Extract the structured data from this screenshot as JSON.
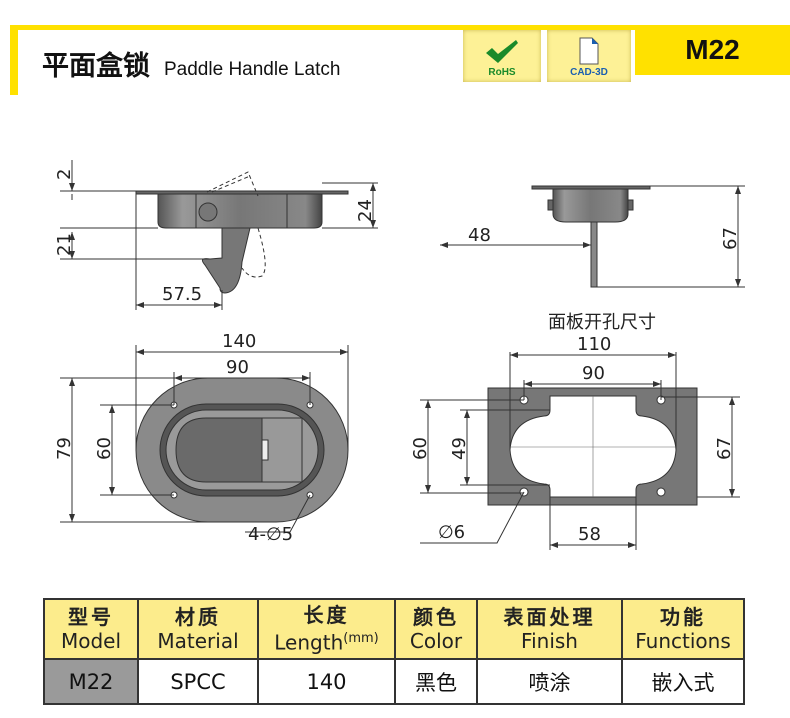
{
  "header": {
    "title_cn": "平面盒锁",
    "title_en": "Paddle Handle Latch",
    "model": "M22",
    "badges": [
      {
        "label": "RoHS",
        "icon": "check-icon",
        "color": "#1a8a2a"
      },
      {
        "label": "CAD-3D",
        "icon": "document-icon",
        "color": "#1b5fb0"
      }
    ]
  },
  "drawing": {
    "side_view": {
      "dims": [
        "2",
        "21",
        "24",
        "57.5"
      ]
    },
    "end_view": {
      "dims": [
        "48",
        "67"
      ]
    },
    "front_view": {
      "dims": [
        "140",
        "90",
        "79",
        "60",
        "4-∅5"
      ]
    },
    "cutout": {
      "title": "面板开孔尺寸",
      "dims": [
        "110",
        "90",
        "60",
        "49",
        "67",
        "∅6",
        "58"
      ]
    }
  },
  "table": {
    "headers": [
      {
        "cn": "型号",
        "en": "Model"
      },
      {
        "cn": "材质",
        "en": "Material"
      },
      {
        "cn": "长度",
        "en": "Length",
        "unit": "(mm)"
      },
      {
        "cn": "颜色",
        "en": "Color"
      },
      {
        "cn": "表面处理",
        "en": "Finish"
      },
      {
        "cn": "功能",
        "en": "Functions"
      }
    ],
    "row": [
      "M22",
      "SPCC",
      "140",
      "黑色",
      "喷涂",
      "嵌入式"
    ]
  },
  "colors": {
    "accent": "#ffe100",
    "header_bg": "#fcec8c",
    "part": "#777777"
  }
}
